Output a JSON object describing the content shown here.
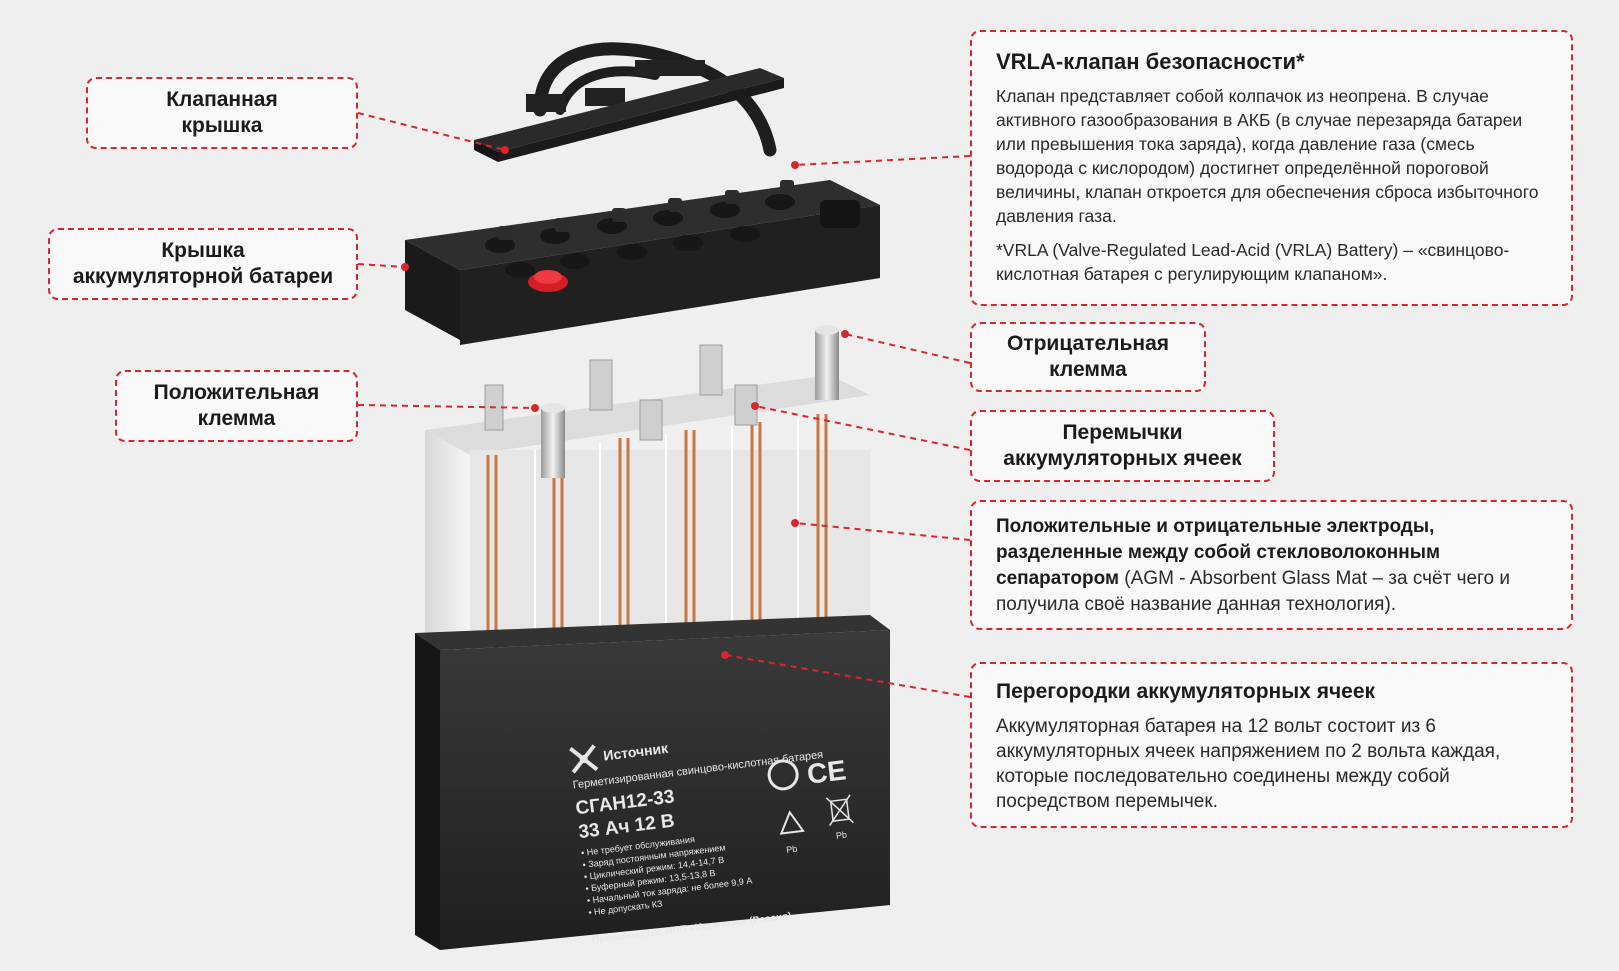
{
  "callouts": {
    "valve_cover": "Клапанная\nкрышка",
    "battery_lid": "Крышка\nаккумуляторной батареи",
    "positive_terminal": "Положительная\nклемма",
    "negative_terminal": "Отрицательная\nклемма",
    "cell_jumpers": "Перемычки\nаккумуляторных ячеек"
  },
  "vrla": {
    "title": "VRLA-клапан безопасности*",
    "text": "Клапан представляет собой колпачок из неопрена. В случае активного газообразования в АКБ (в случае перезаряда батареи или превышения тока заряда), когда давление газа (смесь водорода с кислородом) достигнет определённой пороговой величины, клапан откроется для обеспечения сброса избыточного давления газа.",
    "footnote": "*VRLA (Valve-Regulated Lead-Acid (VRLA) Battery) – «свинцово-кислотная батарея с регулирующим клапаном»."
  },
  "electrodes": {
    "bold": "Положительные и отрицательные электроды, разделенные между собой стекловолоконным сепаратором",
    "normal": " (AGM - Absorbent Glass Mat – за счёт чего и получила своё название данная технология)."
  },
  "partitions": {
    "title": "Перегородки аккумуляторных ячеек",
    "text": "Аккумуляторная батарея на 12 вольт состоит из 6 аккумуляторных ячеек напряжением по 2 вольта каждая, которые последовательно соединены между собой посредством перемычек."
  },
  "battery_label": {
    "brand": "Источник",
    "subtitle": "Герметизированная свинцово-кислотная батарея",
    "model": "СГАН12-33",
    "capacity": "33 Ач 12 В",
    "specs": [
      "• Не требует обслуживания",
      "• Заряд постоянным напряжением",
      "• Циклический режим: 14,4-14,7 В",
      "• Буферный режим: 13,5-13,8 В",
      "• Начальный ток заряда: не более 9,9 А",
      "• Не допускать КЗ"
    ],
    "maker": "Производство НПП «Источник» (Россия)",
    "ce": "CE",
    "pb1": "Pb",
    "pb2": "Pb"
  },
  "colors": {
    "accent": "#d9262c",
    "battery_body": "#2b2b2b",
    "plates": "#e9e9e9",
    "copper": "#c9773f",
    "background": "#efefef"
  }
}
